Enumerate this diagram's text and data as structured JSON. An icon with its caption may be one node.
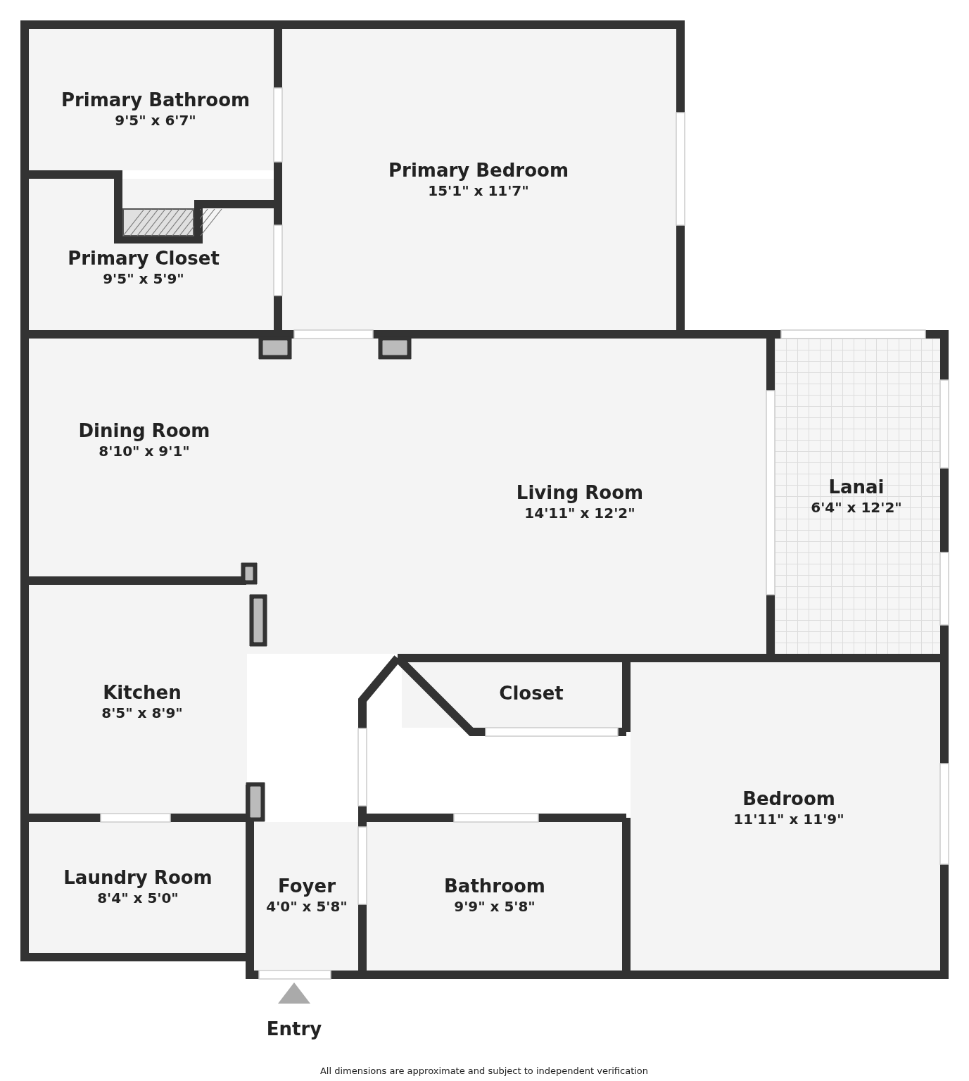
{
  "diagram": {
    "caption": "All dimensions are approximate and subject to independent verification",
    "nodes": [
      {
        "text": [
          "Primary Bathroom",
          "9'5\" x 6'7\""
        ]
      },
      {
        "text": [
          "Primary Bedroom",
          "15'1\" x 11'7\""
        ]
      },
      {
        "text": [
          "Primary Closet",
          "9'5\" x 5'9\""
        ]
      },
      {
        "text": [
          "Dining Room",
          "8'10\" x 9'1\""
        ]
      },
      {
        "text": [
          "Living Room",
          "14'11\" x 12'2\""
        ]
      },
      {
        "text": [
          "Lanai",
          "6'4\" x 12'2\""
        ]
      },
      {
        "text": [
          "Kitchen",
          "8'5\" x 8'9\""
        ]
      },
      {
        "text": [
          "Closet"
        ]
      },
      {
        "text": [
          "Bedroom",
          "11'11\" x 11'9\""
        ]
      },
      {
        "text": [
          "Laundry Room",
          "8'4\" x 5'0\""
        ]
      },
      {
        "text": [
          "Foyer",
          "4'0\" x 5'8\""
        ]
      },
      {
        "text": [
          "Bathroom",
          "9'9\" x 5'8\""
        ]
      }
    ],
    "labels": [
      "Entry"
    ]
  }
}
